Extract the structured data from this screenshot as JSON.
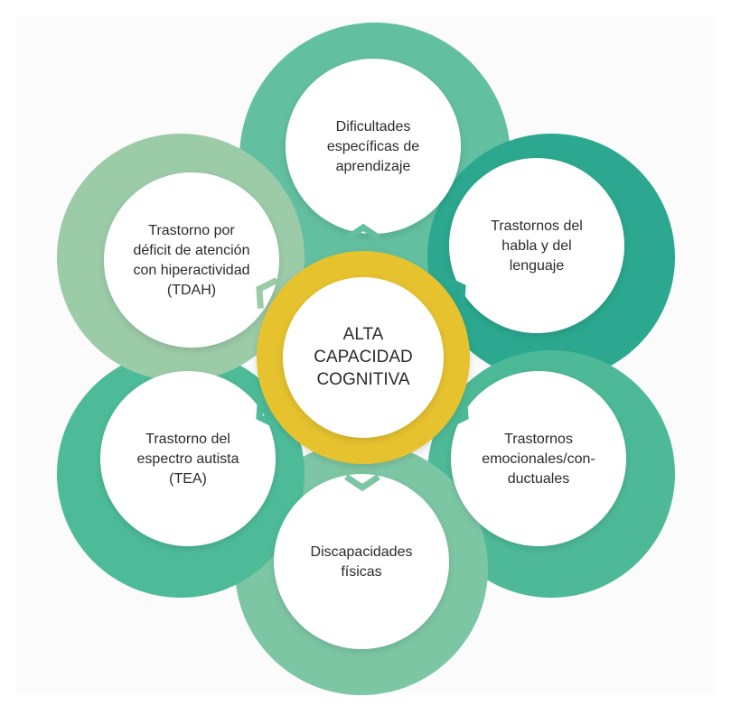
{
  "center": {
    "lines": [
      "ALTA",
      "CAPACIDAD",
      "COGNITIVA"
    ],
    "color": "#E6C22E"
  },
  "petals": [
    {
      "id": "dificultades-aprendizaje",
      "lines": [
        "Dificultades",
        "específicas de",
        "aprendizaje"
      ],
      "color": "#62BFA0"
    },
    {
      "id": "habla-lenguaje",
      "lines": [
        "Trastornos del",
        "habla y del",
        "lenguaje"
      ],
      "color": "#2BA88F"
    },
    {
      "id": "emocionales-conductuales",
      "lines": [
        "Trastornos",
        "emocionales/con-",
        "ductuales"
      ],
      "color": "#4DB996"
    },
    {
      "id": "discapacidades-fisicas",
      "lines": [
        "Discapacidades",
        "físicas"
      ],
      "color": "#7CC6A3"
    },
    {
      "id": "tea",
      "lines": [
        "Trastorno del",
        "espectro autista",
        "(TEA)"
      ],
      "color": "#4DBB98"
    },
    {
      "id": "tdah",
      "lines": [
        "Trastorno por",
        "déficit de atención",
        "con hiperactividad",
        "(TDAH)"
      ],
      "color": "#9CCBA8"
    }
  ]
}
